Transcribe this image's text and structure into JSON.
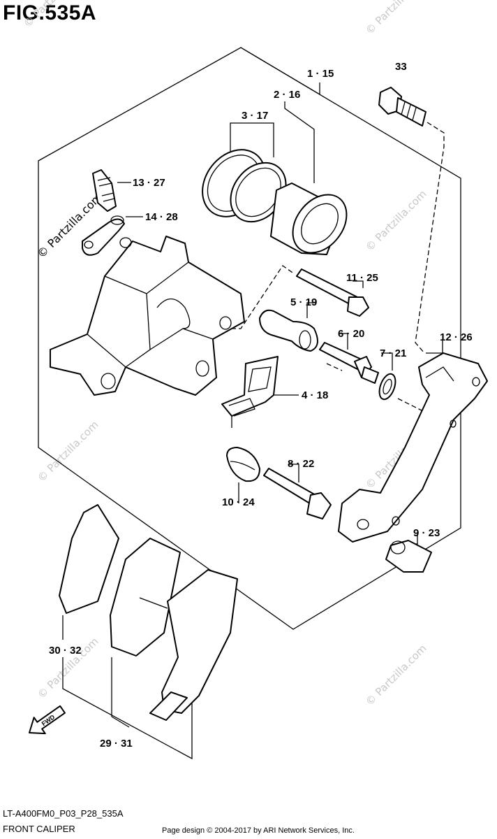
{
  "figure": {
    "title": "FIG.535A",
    "code": "LT-A400FM0_P03_P28_535A",
    "name": "FRONT CALIPER",
    "credit": "Page design © 2004-2017 by ARI Network Services, Inc.",
    "watermark": "© Partzilla.com",
    "fwd_label": "FWD"
  },
  "callouts": [
    {
      "id": "1",
      "text": "1 · 15"
    },
    {
      "id": "2",
      "text": "2 · 16"
    },
    {
      "id": "3",
      "text": "3 · 17"
    },
    {
      "id": "33",
      "text": "33"
    },
    {
      "id": "13",
      "text": "13 · 27"
    },
    {
      "id": "14",
      "text": "14 · 28"
    },
    {
      "id": "11",
      "text": "11 · 25"
    },
    {
      "id": "5",
      "text": "5 · 19"
    },
    {
      "id": "6",
      "text": "6 · 20"
    },
    {
      "id": "12",
      "text": "12 · 26"
    },
    {
      "id": "7",
      "text": "7 · 21"
    },
    {
      "id": "4",
      "text": "4 · 18"
    },
    {
      "id": "8",
      "text": "8 · 22"
    },
    {
      "id": "10",
      "text": "10 · 24"
    },
    {
      "id": "9",
      "text": "9 · 23"
    },
    {
      "id": "30",
      "text": "30 · 32"
    },
    {
      "id": "29",
      "text": "29 · 31"
    }
  ]
}
